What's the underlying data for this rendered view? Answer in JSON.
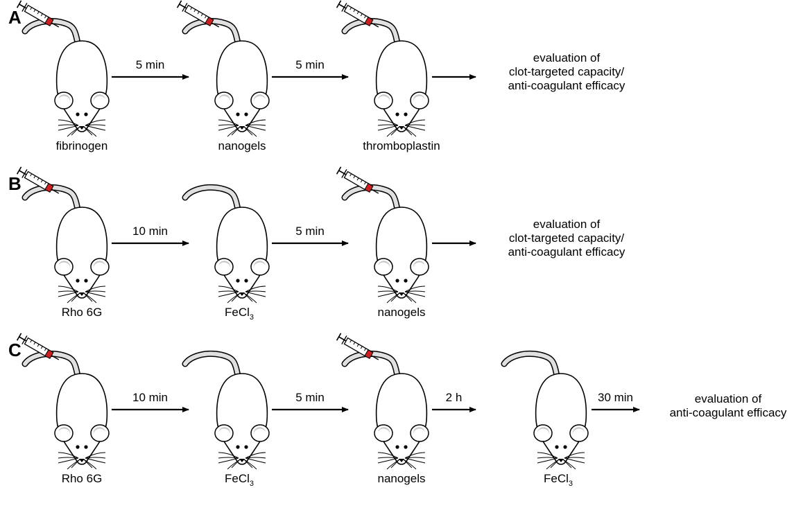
{
  "panels": [
    {
      "letter": "A",
      "mice": [
        {
          "label": "fibrinogen",
          "syringe": true
        },
        {
          "label": "nanogels",
          "syringe": true
        },
        {
          "label": "thromboplastin",
          "syringe": true
        }
      ],
      "arrows": [
        {
          "label": "5 min"
        },
        {
          "label": "5 min"
        },
        {
          "label": ""
        }
      ],
      "evaluation": [
        "evaluation of",
        "clot-targeted capacity/",
        "anti-coagulant efficacy"
      ]
    },
    {
      "letter": "B",
      "mice": [
        {
          "label": "Rho 6G",
          "syringe": true
        },
        {
          "label": "FeCl",
          "sub": "3",
          "syringe": false
        },
        {
          "label": "nanogels",
          "syringe": true
        }
      ],
      "arrows": [
        {
          "label": "10 min"
        },
        {
          "label": "5 min"
        },
        {
          "label": ""
        }
      ],
      "evaluation": [
        "evaluation of",
        "clot-targeted capacity/",
        "anti-coagulant efficacy"
      ]
    },
    {
      "letter": "C",
      "mice": [
        {
          "label": "Rho 6G",
          "syringe": true
        },
        {
          "label": "FeCl",
          "sub": "3",
          "syringe": false
        },
        {
          "label": "nanogels",
          "syringe": true
        },
        {
          "label": "FeCl",
          "sub": "3",
          "syringe": false
        }
      ],
      "arrows": [
        {
          "label": "10 min"
        },
        {
          "label": "5 min"
        },
        {
          "label": "2 h"
        },
        {
          "label": "30 min"
        }
      ],
      "evaluation": [
        "evaluation of",
        "anti-coagulant efficacy"
      ]
    }
  ],
  "colors": {
    "syringe_red": "#cc1f1f",
    "ear_gray": "#c8c8c8",
    "tail_gray": "#e0e0e0",
    "outline": "#000000"
  }
}
